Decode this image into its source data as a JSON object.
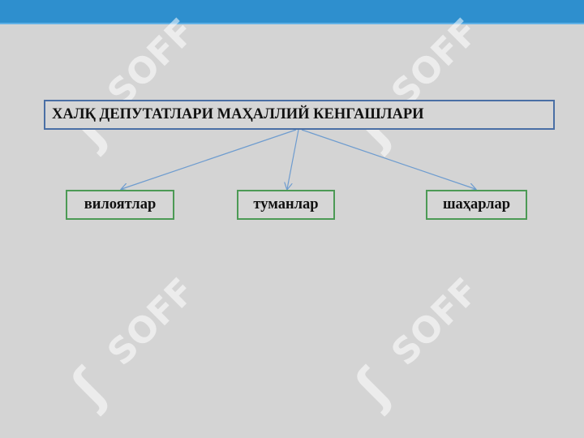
{
  "colors": {
    "background": "#d4d4d4",
    "top_bar": "#2e8fce",
    "main_border": "#4a6fa5",
    "child_border": "#4c9a55",
    "arrow": "#6e9ccf",
    "watermark": "#ffffff"
  },
  "diagram": {
    "root": "ХАЛҚ ДЕПУТАТЛАРИ МАҲАЛЛИЙ КЕНГАШЛАРИ",
    "children": [
      "вилоятлар",
      "туманлар",
      "шаҳарлар"
    ]
  },
  "watermark_text": "SOFF"
}
